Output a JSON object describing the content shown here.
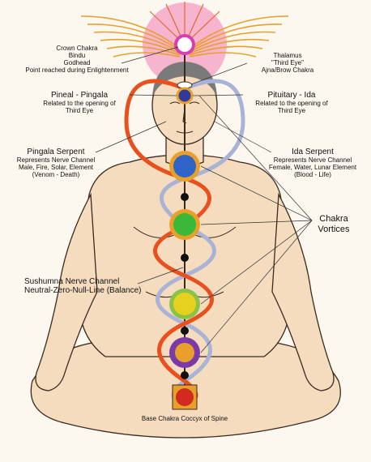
{
  "labels": {
    "crown": [
      "Crown Chakra",
      "Bindu",
      "Godhead",
      "Point reached during Enlightenment"
    ],
    "thalamus": [
      "Thalamus",
      "\"Third Eye\"",
      "Ajna/Brow Chakra"
    ],
    "pineal": [
      "Pineal - Pingala",
      "Related to the opening of",
      "Third Eye"
    ],
    "pituitary": [
      "Pituitary - Ida",
      "Related to the opening of",
      "Third Eye"
    ],
    "pingala": [
      "Pingala Serpent",
      "Represents Nerve Channel",
      "Male, Fire, Solar, Element",
      "(Venom - Death)"
    ],
    "ida": [
      "Ida Serpent",
      "Represents Nerve Channel",
      "Female, Water, Lunar Element",
      "(Blood - Life)"
    ],
    "chakra_vortices": [
      "Chakra",
      "Vortices"
    ],
    "sushumna": [
      "Sushumna Nerve Channel",
      "Neutral-Zero-Null-Line (Balance)"
    ],
    "base": [
      "Base Chakra Coccyx of Spine"
    ]
  },
  "colors": {
    "background": "#fdf8ef",
    "skin": "#f5dcbf",
    "outline": "#3a2a1f",
    "hair": "#7a7a7a",
    "wings": "#e8a02a",
    "halo": "#f4a8c8",
    "crown_chakra": "#d640b0",
    "pingala": "#e8501e",
    "ida": "#a9b3d6",
    "throat_chakra": "#2f63c8",
    "heart_chakra": "#3ab83a",
    "solar_chakra": "#e6d21e",
    "sacral_chakra": "#7b3aa8",
    "base_chakra": "#d22a1e",
    "petals": "#e8a02a"
  }
}
